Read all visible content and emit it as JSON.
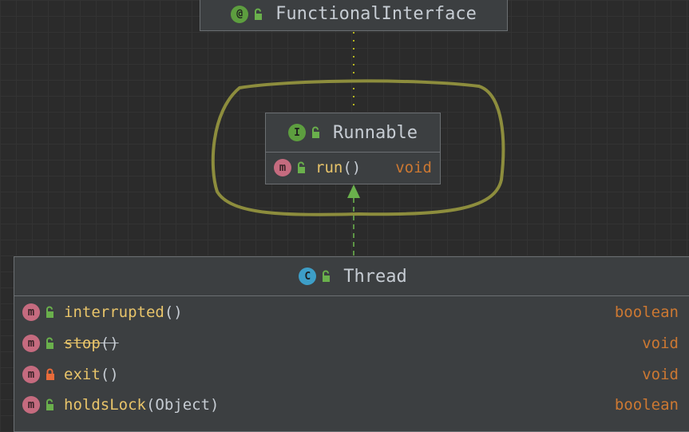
{
  "nodes": {
    "functional_interface": {
      "badge": "@",
      "name": "FunctionalInterface"
    },
    "runnable": {
      "badge": "I",
      "name": "Runnable",
      "members": [
        {
          "name": "run",
          "params": "()",
          "type": "void"
        }
      ]
    },
    "thread": {
      "badge": "C",
      "name": "Thread",
      "members": [
        {
          "name": "interrupted",
          "params": "()",
          "type": "boolean"
        },
        {
          "name": "stop",
          "params": "()",
          "type": "void"
        },
        {
          "name": "exit",
          "params": "()",
          "type": "void"
        },
        {
          "name": "holdsLock",
          "params": "(Object)",
          "type": "boolean"
        }
      ]
    }
  },
  "member_badge": "m",
  "colors": {
    "background": "#2b2b2b",
    "node_fill": "#3c3f41",
    "annotation_badge": "#5d9e3f",
    "interface_badge": "#5d9e3f",
    "class_badge": "#3d9ec7",
    "method_badge": "#c56b7f",
    "method_name": "#e8c46a",
    "return_type": "#cc7832",
    "public_lock": "#6ab04c",
    "private_lock": "#e86b3a",
    "highlight_stroke": "#8d8d3d",
    "arrow": "#6ab04c"
  }
}
